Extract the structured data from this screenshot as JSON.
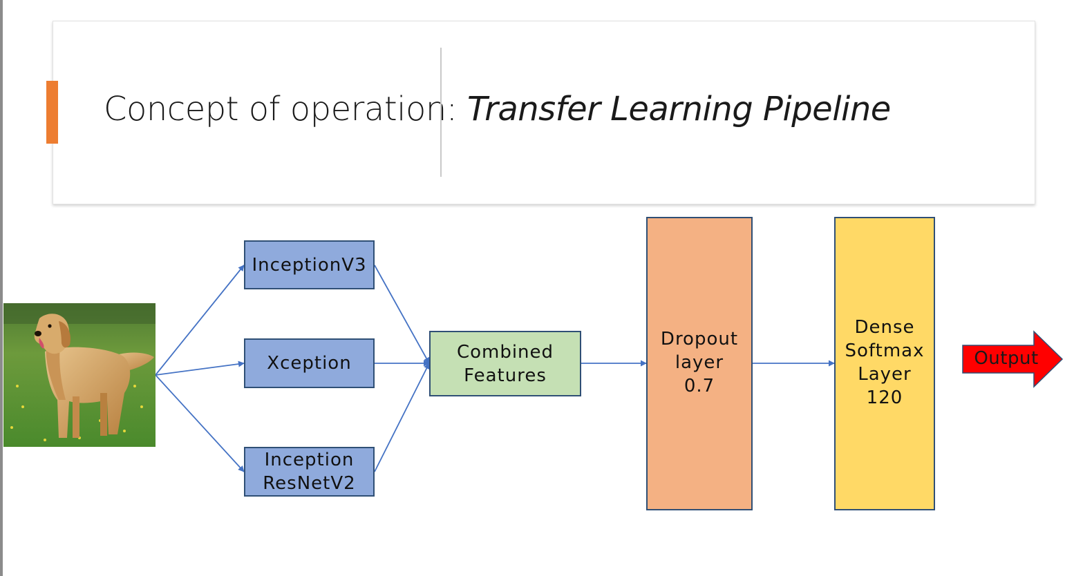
{
  "title": {
    "main": "Concept of operation:",
    "subtitle": "Transfer Learning Pipeline",
    "accent_color": "#ED7D31"
  },
  "input_image": {
    "icon": "golden-retriever-photo"
  },
  "models": [
    {
      "label": "InceptionV3"
    },
    {
      "label": "Xception"
    },
    {
      "label": "Inception\nResNetV2"
    }
  ],
  "combined": {
    "label": "Combined\nFeatures"
  },
  "dropout": {
    "label": "Dropout\nlayer\n0.7"
  },
  "dense": {
    "label": "Dense\nSoftmax\nLayer\n120"
  },
  "output": {
    "label": "Output"
  },
  "colors": {
    "model_fill": "#8FAADC",
    "combined_fill": "#C5E0B4",
    "dropout_fill": "#F4B183",
    "dense_fill": "#FFD966",
    "output_fill": "#FF0000",
    "arrow": "#4472C4",
    "box_border": "#2F4F75"
  }
}
